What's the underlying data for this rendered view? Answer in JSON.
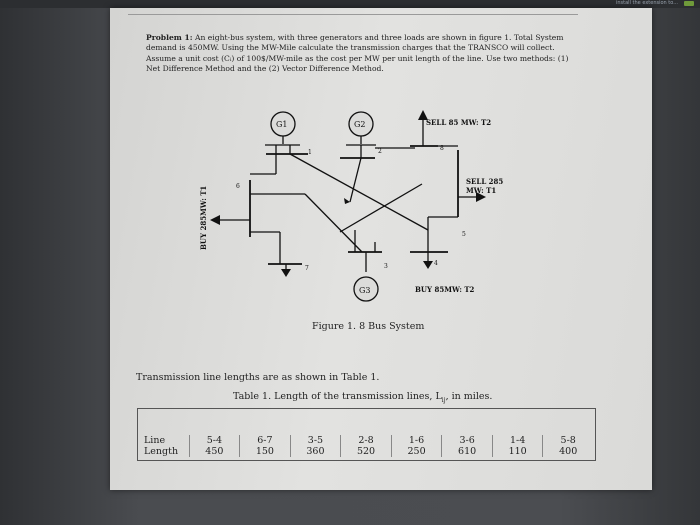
{
  "browser_hint": "install the extension to...",
  "problem": {
    "label": "Problem 1:",
    "text": "An eight-bus system, with three generators and three loads are shown in figure 1. Total System demand is 450MW. Using the MW-Mile calculate the transmission charges that the TRANSCO will collect. Assume a unit cost (Cᵢ) of 100$/MW-mile as the cost per MW per unit length of the line. Use two methods: (1) Net Difference Method and the (2) Vector Difference Method."
  },
  "diagram": {
    "generators": [
      "G1",
      "G2",
      "G3"
    ],
    "bus_numbers": [
      "1",
      "2",
      "3",
      "4",
      "5",
      "6",
      "7",
      "8"
    ],
    "labels": {
      "sell_t2": "SELL 85 MW: T2",
      "sell_t1_line1": "SELL 285",
      "sell_t1_line2": "MW: T1",
      "buy_t1": "BUY 285MW: T1",
      "buy_t2": "BUY 85MW: T2"
    }
  },
  "caption": "Figure 1. 8 Bus System",
  "intro": "Transmission line lengths are as shown in Table 1.",
  "table": {
    "title_prefix": "Table 1. Length of the transmission lines, L",
    "title_sub": "ij",
    "title_suffix": ", in miles.",
    "row_headers": [
      "Line",
      "Length"
    ],
    "lines": [
      "5-4",
      "6-7",
      "3-5",
      "2-8",
      "1-6",
      "3-6",
      "1-4",
      "5-8"
    ],
    "lengths": [
      "450",
      "150",
      "360",
      "520",
      "250",
      "610",
      "110",
      "400"
    ]
  }
}
